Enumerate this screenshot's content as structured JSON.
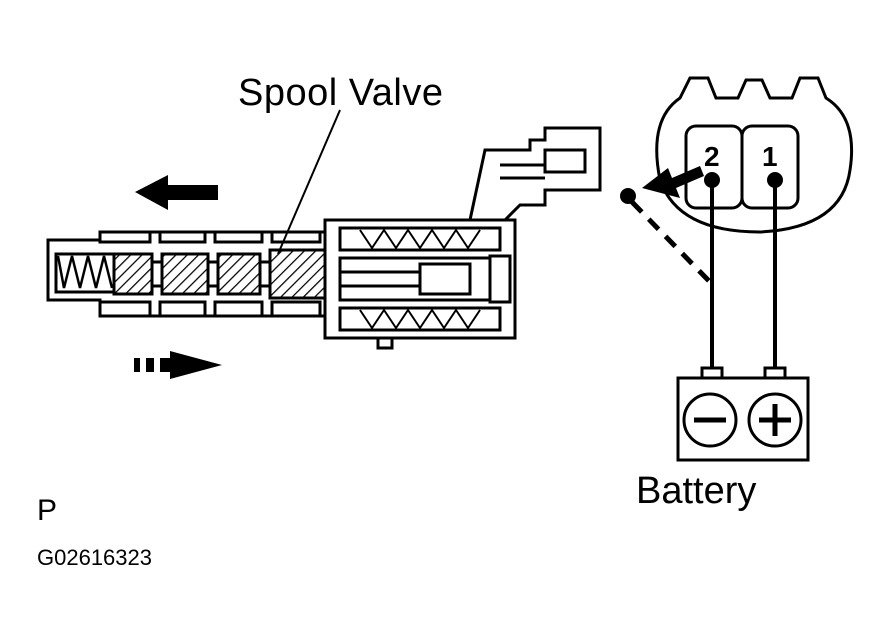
{
  "labels": {
    "spool_valve": "Spool Valve",
    "battery": "Battery",
    "figure_letter": "P",
    "figure_code": "G02616323"
  },
  "connector": {
    "terminal_left": "2",
    "terminal_right": "1"
  },
  "battery": {
    "negative_symbol": "−",
    "positive_symbol": "+"
  },
  "colors": {
    "ink": "#000000",
    "paper": "#ffffff"
  }
}
